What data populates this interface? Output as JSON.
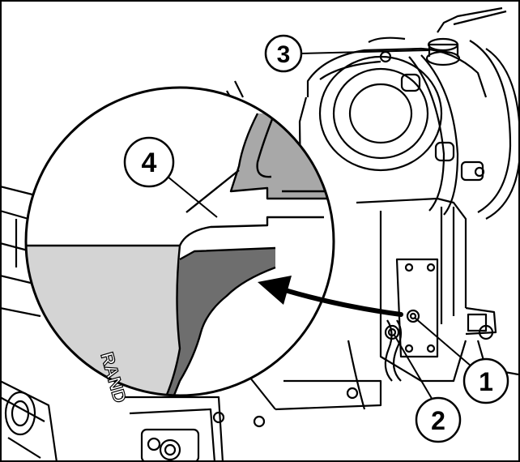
{
  "figure": {
    "callouts": [
      {
        "id": "1",
        "label": "1"
      },
      {
        "id": "2",
        "label": "2"
      },
      {
        "id": "3",
        "label": "3"
      },
      {
        "id": "4",
        "label": "4"
      }
    ],
    "stamped_text": "RAND",
    "colors": {
      "line": "#000000",
      "background": "#ffffff",
      "light_gray": "#d4d4d4",
      "mid_gray": "#a8a8a8",
      "dark_gray": "#6e6e6e"
    }
  }
}
